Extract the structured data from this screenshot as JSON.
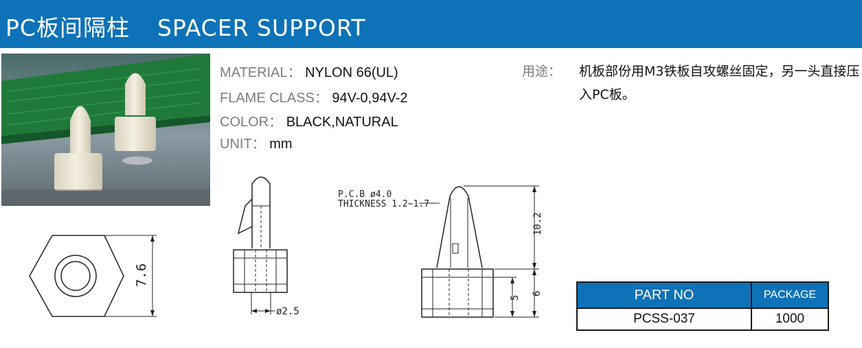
{
  "header": {
    "title_cn": "PC板间隔柱",
    "title_en": "SPACER SUPPORT",
    "background": "#0e72b8"
  },
  "specs": {
    "material_label": "MATERIAL：",
    "material_value": "NYLON 66(UL)",
    "flame_label": "FLAME CLASS：",
    "flame_value": "94V-0,94V-2",
    "color_label": "COLOR：",
    "color_value": "BLACK,NATURAL",
    "unit_label": "UNIT：",
    "unit_value": "mm"
  },
  "usage": {
    "label": "用途：",
    "text": "机板部份用M3铁板自攻螺丝固定，另一头直接压入PC板。"
  },
  "drawing": {
    "hex_width": "7.6",
    "hole_dia": "ø2.5",
    "pcb_line1": "P.C.B  ø4.0",
    "pcb_line2": "THICKNESS  1.2~1.7",
    "dim_upper": "10.2",
    "dim_base_inner": "5",
    "dim_base_outer": "6"
  },
  "table": {
    "header_part": "PART NO",
    "header_package": "PACKAGE",
    "part_no": "PCSS-037",
    "package": "1000"
  }
}
